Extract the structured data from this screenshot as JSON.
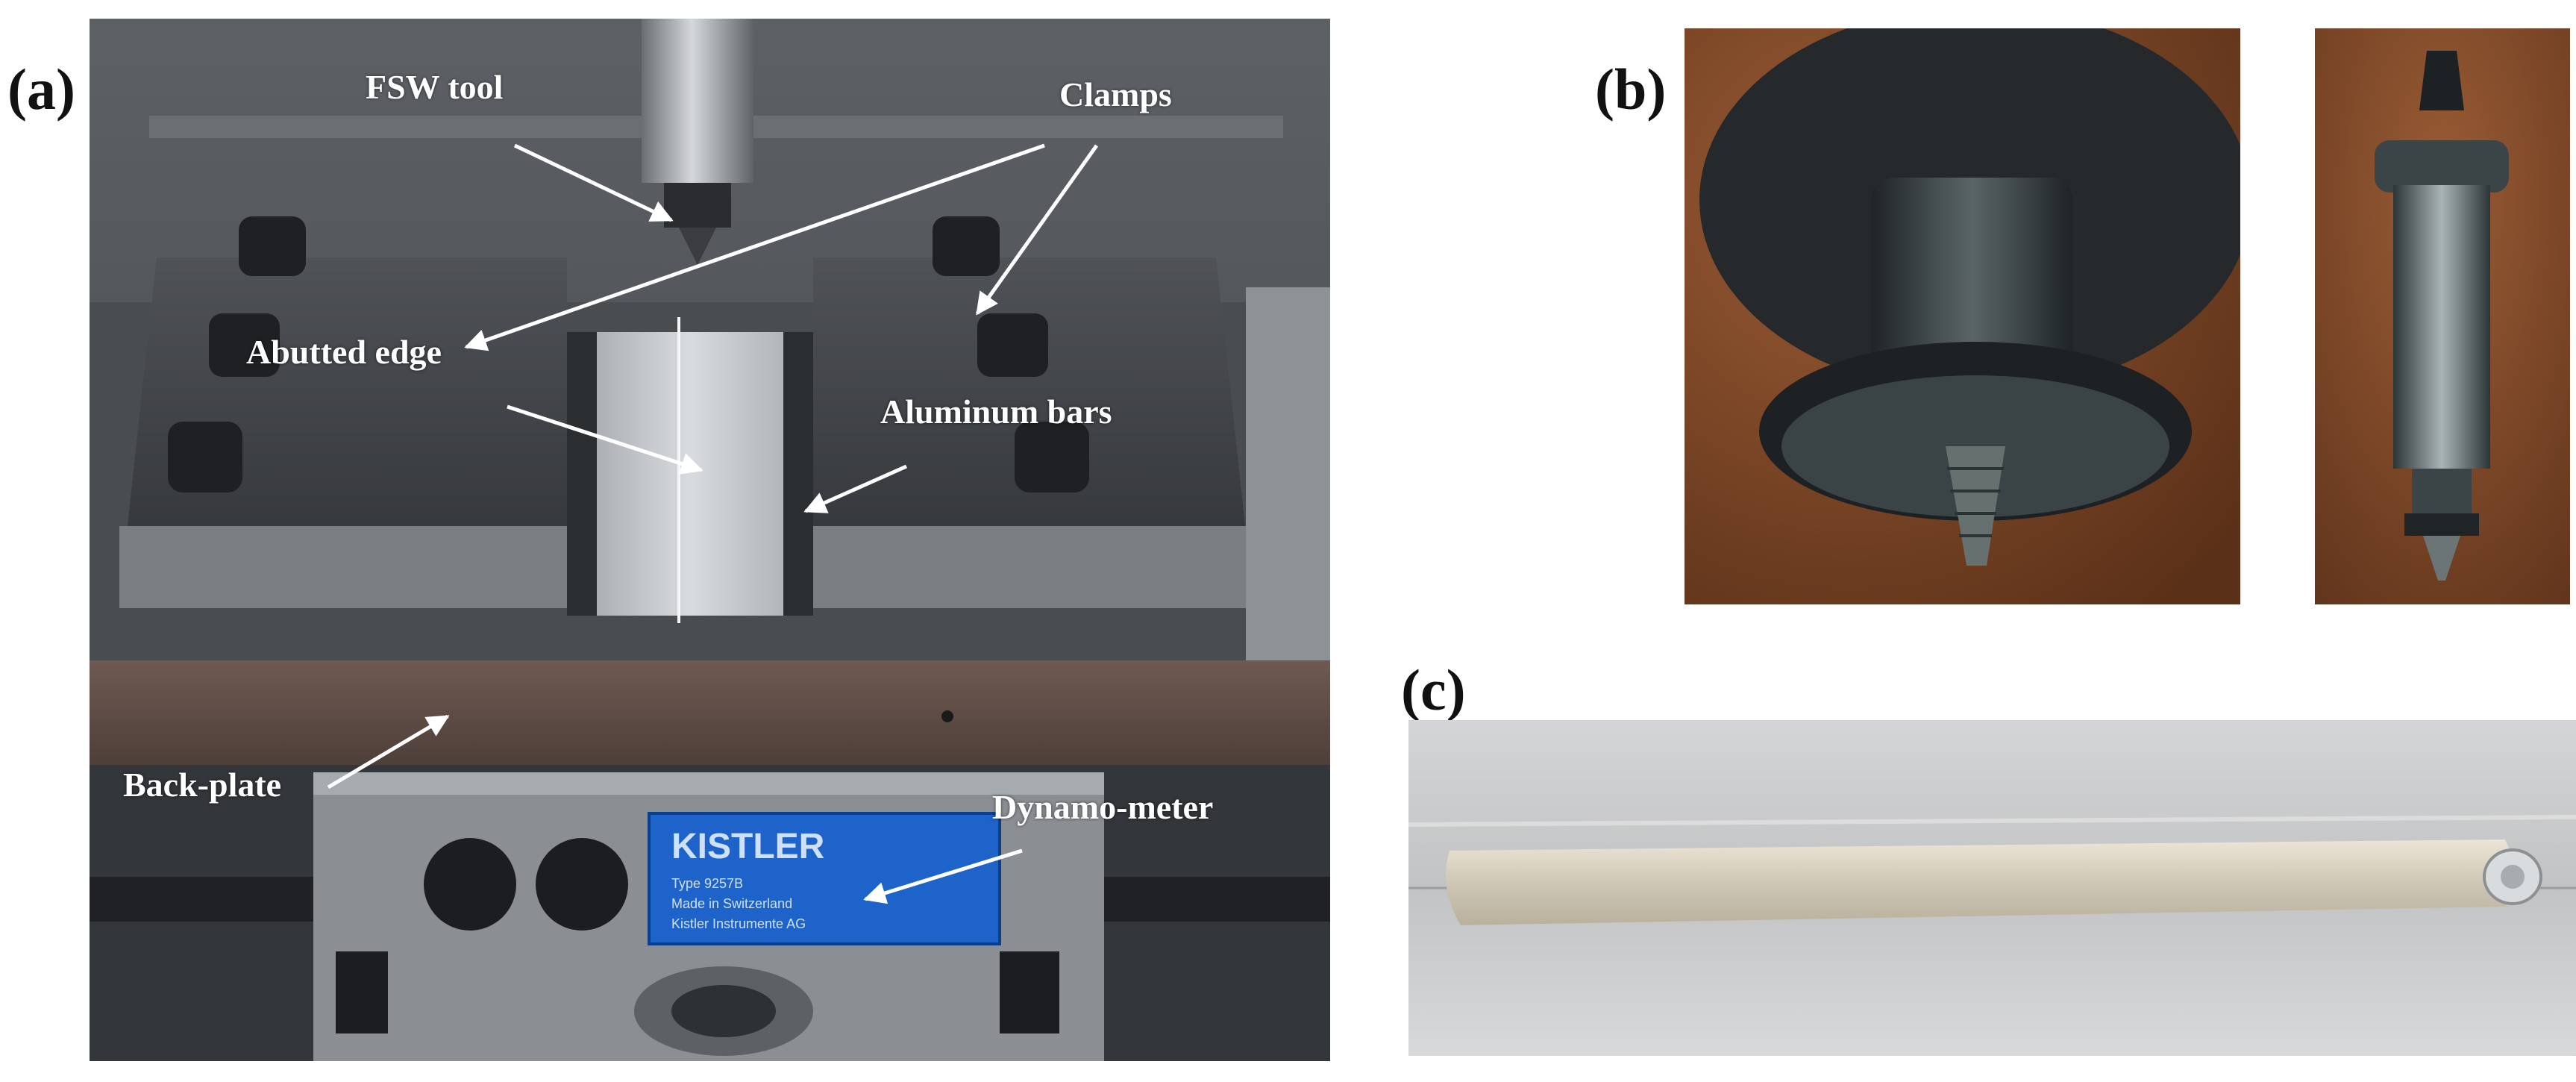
{
  "panels": {
    "a": {
      "label": "(a)",
      "callouts": {
        "fsw_tool": "FSW tool",
        "clamps": "Clamps",
        "abutted_edge": "Abutted edge",
        "aluminum_bars": "Aluminum bars",
        "back_plate": "Back-plate",
        "dynamometer": "Dynamo-meter"
      },
      "plate_brand": "KISTLER",
      "plate_text_lines": [
        "Type 9257B",
        "Made in Switzerland",
        "Kistler Instrumente AG"
      ]
    },
    "b": {
      "label": "(b)"
    },
    "c": {
      "label": "(c)"
    }
  },
  "colors": {
    "callout_text": "#ffffff",
    "arrow": "#ffffff",
    "label_text": "#111111",
    "plate_blue": "#1e63c9",
    "wood_brown": "#7a4a2a",
    "aluminum": "#c7c9cb"
  }
}
